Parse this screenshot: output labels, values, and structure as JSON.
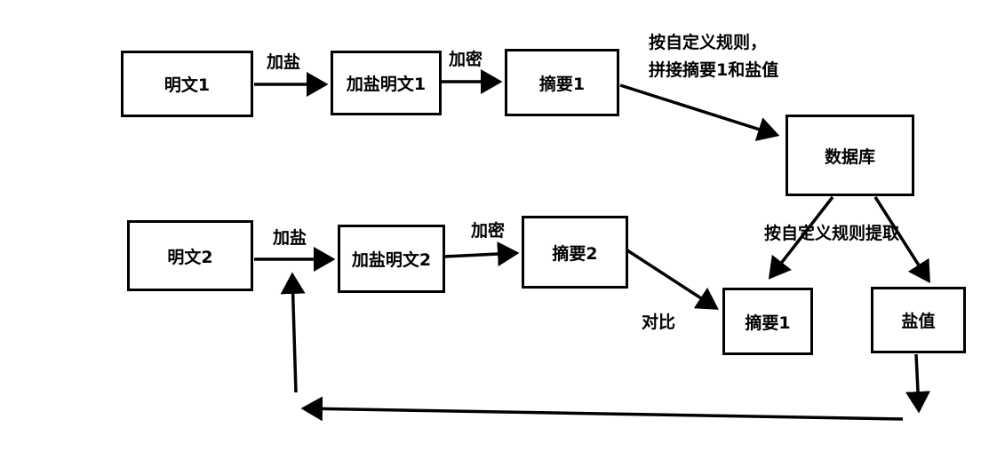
{
  "nodes": {
    "plain1": "明文1",
    "salted1": "加盐明文1",
    "digest1": "摘要1",
    "database": "数据库",
    "plain2": "明文2",
    "salted2": "加盐明文2",
    "digest2": "摘要2",
    "digest1_extracted": "摘要1",
    "salt_value": "盐值"
  },
  "edge_labels": {
    "salt_top": "加盐",
    "encrypt_top": "加密",
    "concat_line1": "按自定义规则，",
    "concat_line2": "拼接摘要1和盐值",
    "salt_bottom": "加盐",
    "encrypt_bottom": "加密",
    "extract": "按自定义规则提取",
    "compare": "对比"
  },
  "colors": {
    "stroke": "#000000",
    "background": "#ffffff"
  }
}
